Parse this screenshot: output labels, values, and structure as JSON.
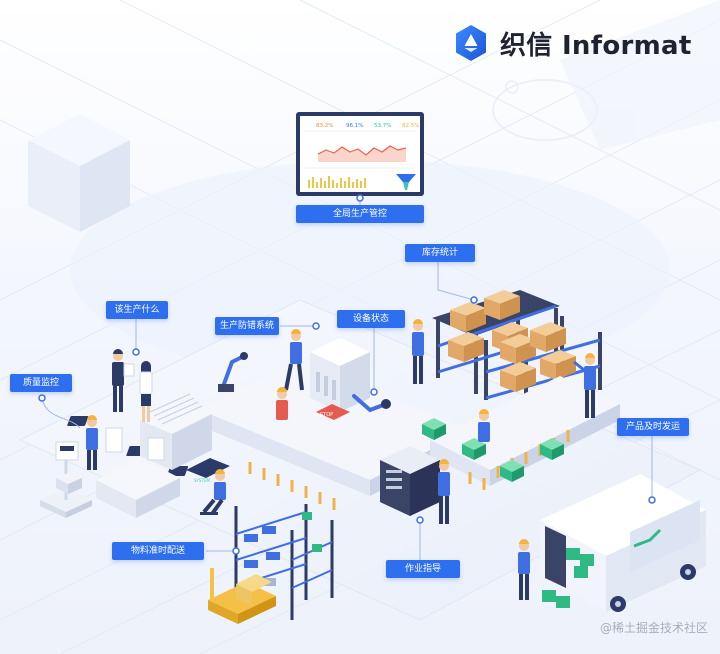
{
  "brand": {
    "name": "织信 Informat",
    "accent": "#2e6ff0",
    "icon": "hexagon-logo-icon"
  },
  "tags": {
    "overall_control": "全局生产管控",
    "inventory": "库存统计",
    "production_plan": "该生产什么",
    "error_proofing": "生产防错系统",
    "equipment_status": "设备状态",
    "quality": "质量监控",
    "delivery": "产品及时发运",
    "material": "物料准时配送",
    "work_guide": "作业指导"
  },
  "dashboard": {
    "kpis": [
      "83.2%",
      "96.1%",
      "53.7%",
      "82.5%"
    ],
    "kpi_colors": [
      "#f08a3a",
      "#3a7cf0",
      "#2ec49a",
      "#f0b43a"
    ]
  },
  "workstation_screen": "SYSTEM",
  "stop_sign": "STOP",
  "watermark": "@稀土掘金技术社区"
}
